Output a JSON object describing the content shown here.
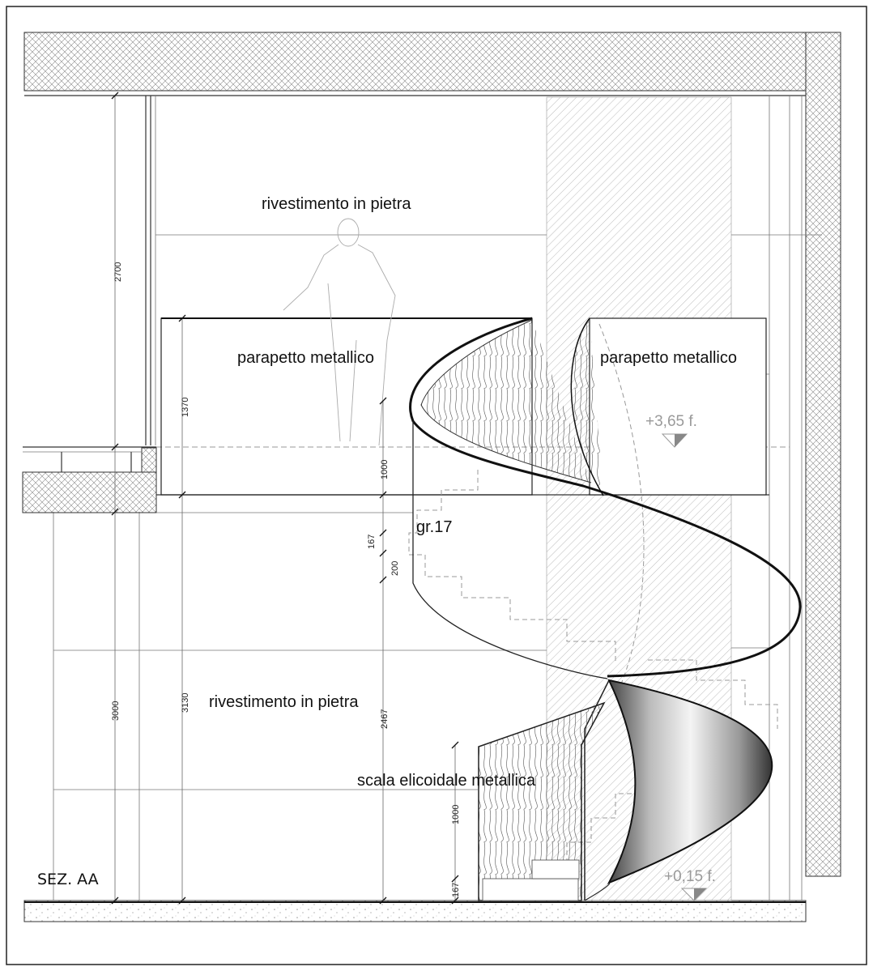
{
  "drawing": {
    "title": "SEZ. AA",
    "labels": {
      "stone_cladding_upper": "rivestimento in pietra",
      "metal_parapet_left": "parapetto metallico",
      "metal_parapet_right": "parapetto metallico",
      "steps_count": "gr.17",
      "stone_cladding_lower": "rivestimento in pietra",
      "spiral_stair": "scala elicoidale metallica"
    },
    "levels": {
      "upper": "+3,65 f.",
      "lower": "+0,15 f."
    },
    "dimensions": {
      "d2700": "2700",
      "d1370": "1370",
      "d1000_upper": "1000",
      "d167_upper": "167",
      "d200": "200",
      "d3000": "3000",
      "d3130": "3130",
      "d2467": "2467",
      "d1000_lower": "1000",
      "d167_lower": "167"
    },
    "colors": {
      "line": "#111111",
      "hatch": "#8a8a8a",
      "level_text": "#9a9a9a"
    }
  }
}
